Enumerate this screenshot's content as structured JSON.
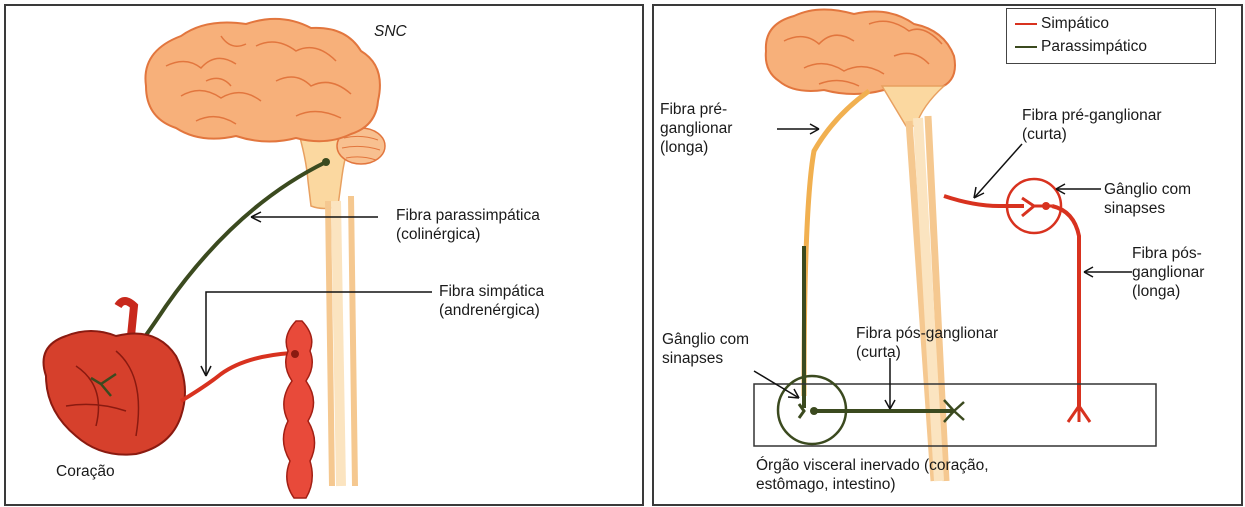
{
  "colors": {
    "sympathetic": "#d8321f",
    "parasympathetic": "#3b4a1f",
    "brain_fill": "#f7b07a",
    "brain_stroke": "#e2763e",
    "cord_fill": "#fbd8a0",
    "heart": "#c8281c",
    "frame": "#3a3a3a"
  },
  "left": {
    "title": "SNC",
    "labels": {
      "parasympathetic_line1": "Fibra parassimpática",
      "parasympathetic_line2": "(colinérgica)",
      "sympathetic_line1": "Fibra simpática",
      "sympathetic_line2": "(andrenérgica)",
      "heart": "Coração"
    }
  },
  "right": {
    "legend": {
      "sympathetic": "Simpático",
      "parasympathetic": "Parassimpático"
    },
    "labels": {
      "pre_long_1": "Fibra pré-",
      "pre_long_2": "ganglionar",
      "pre_long_3": "(longa)",
      "pre_short_1": "Fibra pré-ganglionar",
      "pre_short_2": "(curta)",
      "ganglion_top_1": "Gânglio com",
      "ganglion_top_2": "sinapses",
      "post_long_1": "Fibra pós-",
      "post_long_2": "ganglionar",
      "post_long_3": "(longa)",
      "ganglion_bottom_1": "Gânglio com",
      "ganglion_bottom_2": "sinapses",
      "post_short_1": "Fibra pós-ganglionar",
      "post_short_2": "(curta)",
      "organ_1": "Órgão visceral inervado (coração,",
      "organ_2": "estômago, intestino)"
    }
  }
}
